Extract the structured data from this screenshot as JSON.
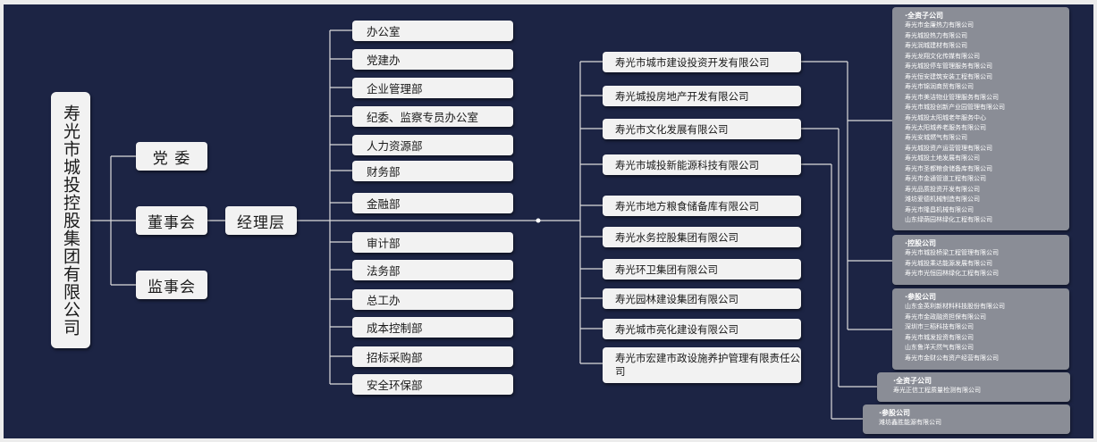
{
  "root": "寿光市城投控股集团有限公司",
  "party": "党 委",
  "board": "董事会",
  "supervise": "监事会",
  "manager": "经理层",
  "departments": [
    "办公室",
    "党建办",
    "企业管理部",
    "纪委、监察专员办公室",
    "人力资源部",
    "财务部",
    "金融部",
    "审计部",
    "法务部",
    "总工办",
    "成本控制部",
    "招标采购部",
    "安全环保部"
  ],
  "companies": [
    "寿光市城市建设投资开发有限公司",
    "寿光城投房地产开发有限公司",
    "寿光市文化发展有限公司",
    "寿光市城投新能源科技有限公司",
    "寿光市地方粮食储备库有限公司",
    "寿光水务控股集团有限公司",
    "寿光环卫集团有限公司",
    "寿光园林建设集团有限公司",
    "寿光城市亮化建设有限公司",
    "寿光市宏建市政设施养护管理有限责任公司"
  ],
  "group1": {
    "header": "·全资子公司",
    "items": [
      "寿光市金廉热力有限公司",
      "寿光城投热力有限公司",
      "寿光润城建材有限公司",
      "寿光龙翔文化传媒有限公司",
      "寿光城投停车管理服务有限公司",
      "寿光恒安建筑安装工程有限公司",
      "寿光市锦润商贸有限公司",
      "寿光市美洁物业管理服务有限公司",
      "寿光市城投创新产业园管理有限公司",
      "寿光城投太阳城老年服务中心",
      "寿光太阳城养老服务有限公司",
      "寿光安城燃气有限公司",
      "寿光城投资产运营管理有限公司",
      "寿光城投土地发展有限公司",
      "寿光市圣都粮食储备库有限公司",
      "寿光市金通管道工程有限公司",
      "寿光品质投资开发有限公司",
      "潍坊爱德机械制造有限公司",
      "寿光市隆昌机械有限公司",
      "山东绿荫园林绿化工程有限公司"
    ]
  },
  "group2": {
    "header": "·控股公司",
    "items": [
      "寿光市城投桥梁工程管理有限公司",
      "寿光城投乘达能源发展有限公司",
      "寿光市光恒园林绿化工程有限公司"
    ]
  },
  "group3": {
    "header": "·参股公司",
    "items": [
      "山东金英利新材料科技股份有限公司",
      "寿光市金政融资担保有限公司",
      "深圳市三稻科技有限公司",
      "寿光市城发投资有限公司",
      "山东鲁洋天然气有限公司",
      "寿光市金财公有资产经营有限公司"
    ]
  },
  "group4": {
    "header": "·全资子公司",
    "items": [
      "寿光正信工程质量检测有限公司"
    ]
  },
  "group5": {
    "header": "·参股公司",
    "items": [
      "潍坊鑫胜能源有限公司"
    ]
  }
}
